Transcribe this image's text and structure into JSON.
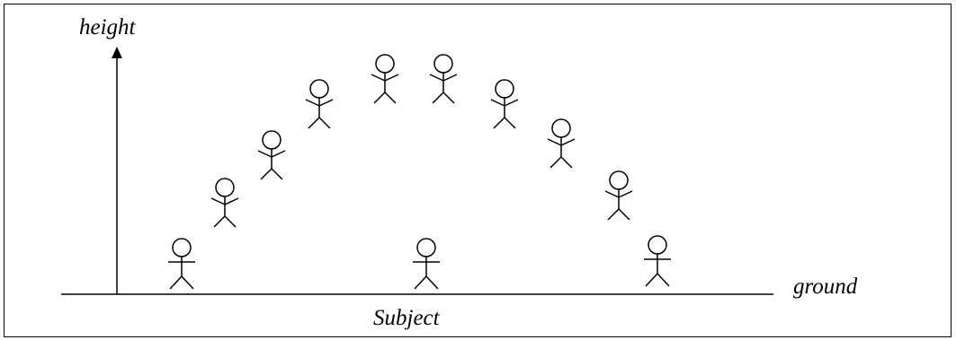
{
  "labels": {
    "height": "height",
    "ground": "ground",
    "subject": "Subject"
  },
  "icons": {
    "figure": "stick-figure-icon",
    "arrow": "arrow-up-icon"
  },
  "colors": {
    "stroke": "#000000",
    "background": "#ffffff"
  }
}
